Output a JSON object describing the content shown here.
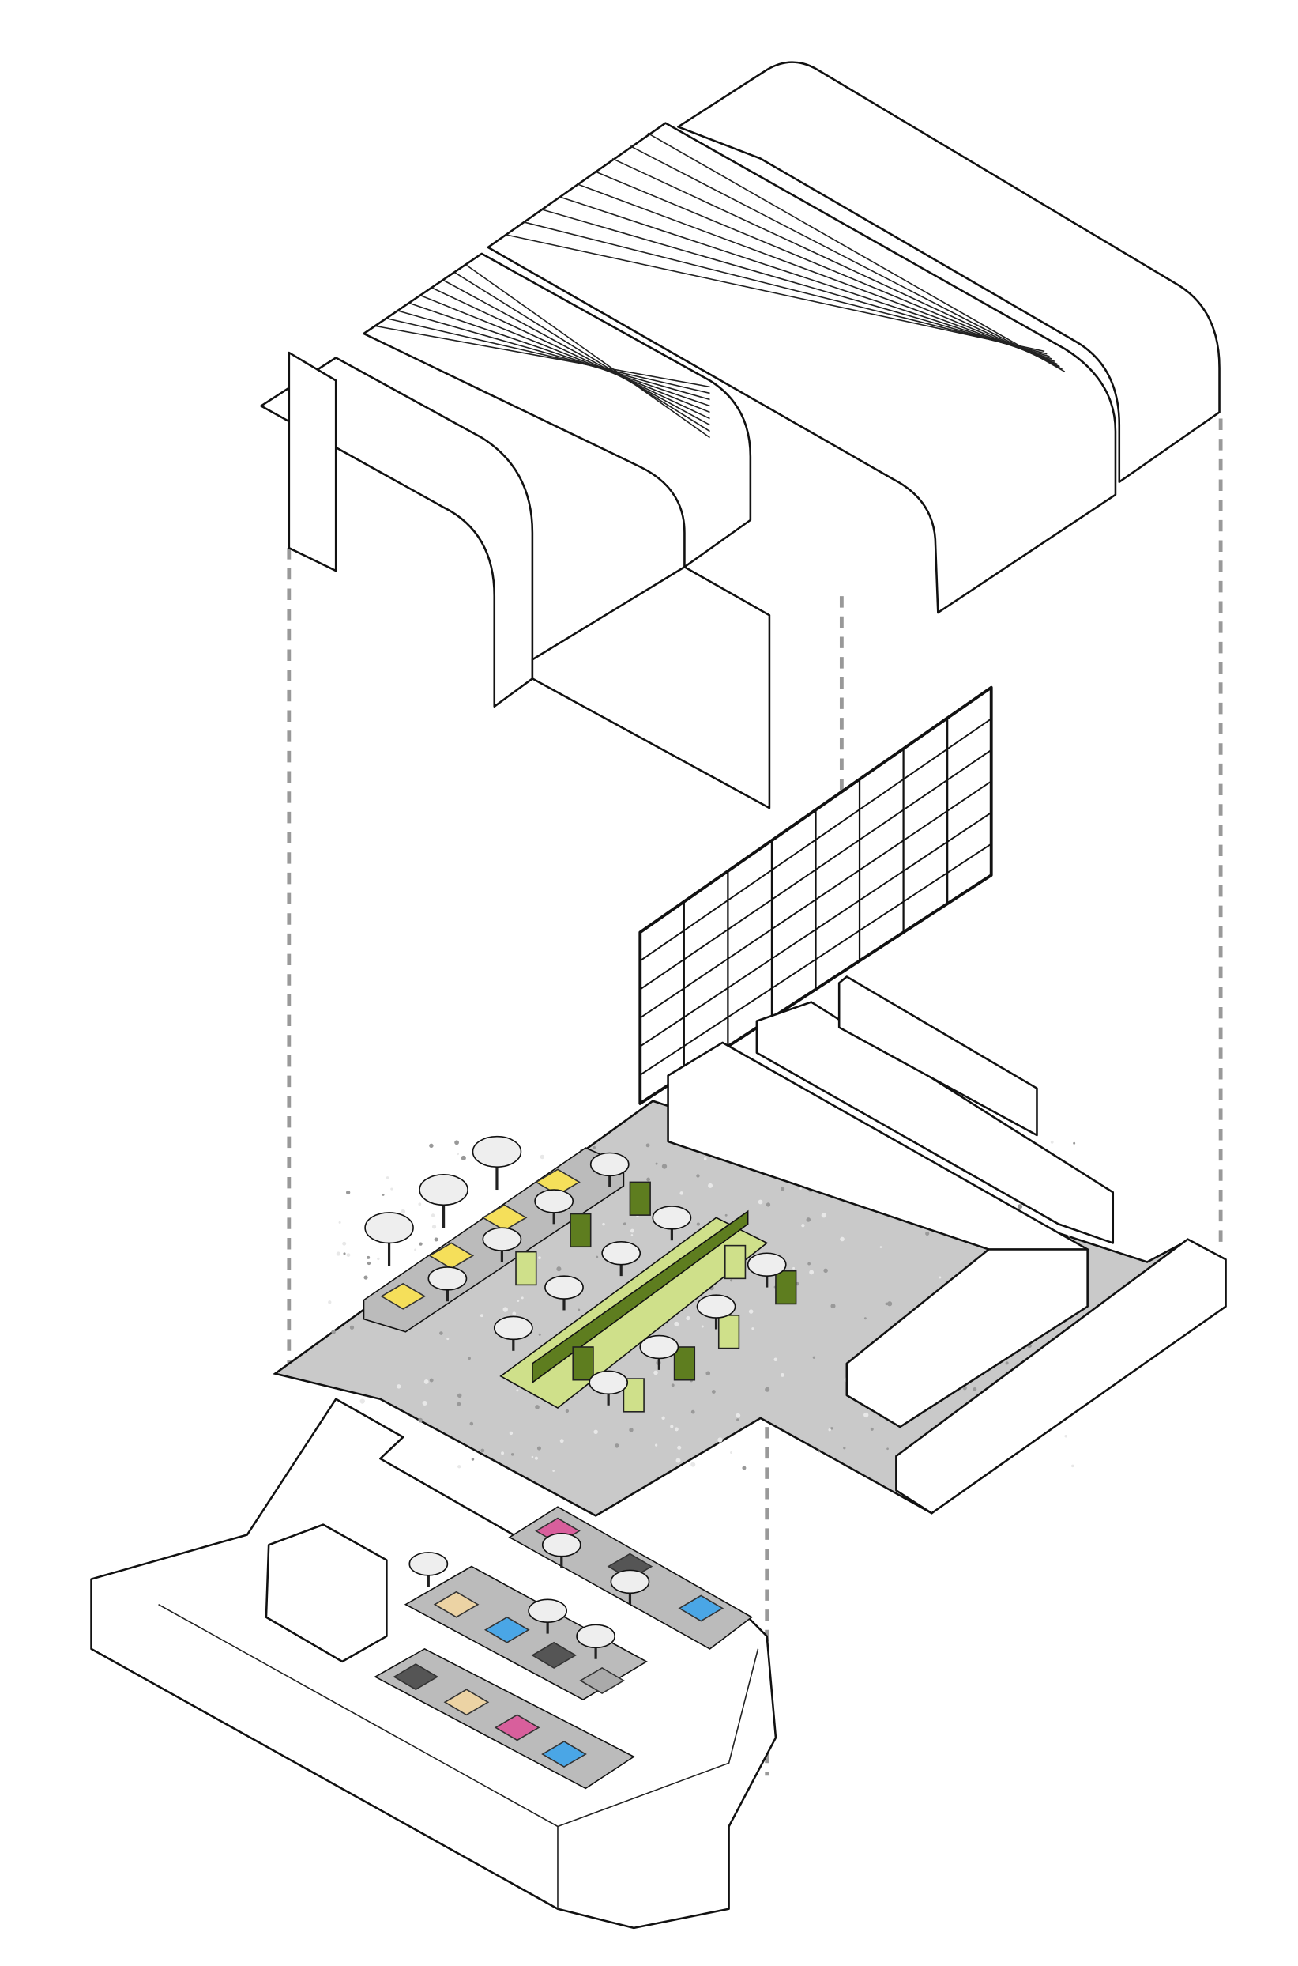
{
  "diagram": {
    "type": "exploded axonometric interior",
    "components": [
      "ribbed-ceiling",
      "glass-partition-wall",
      "terrazzo-floor-with-seating",
      "bar-counter",
      "lower-stage-with-counters"
    ],
    "colors": {
      "floor": "#c9c9c9",
      "yellow": "#f5df5a",
      "green_dark": "#5e7d1f",
      "green_light": "#cfe08a",
      "pink": "#d85f9c",
      "blue": "#4aa6e6",
      "tan": "#ecd3a4",
      "dark_gray": "#555555",
      "light_gray": "#aaaaaa",
      "line": "#111111"
    }
  }
}
